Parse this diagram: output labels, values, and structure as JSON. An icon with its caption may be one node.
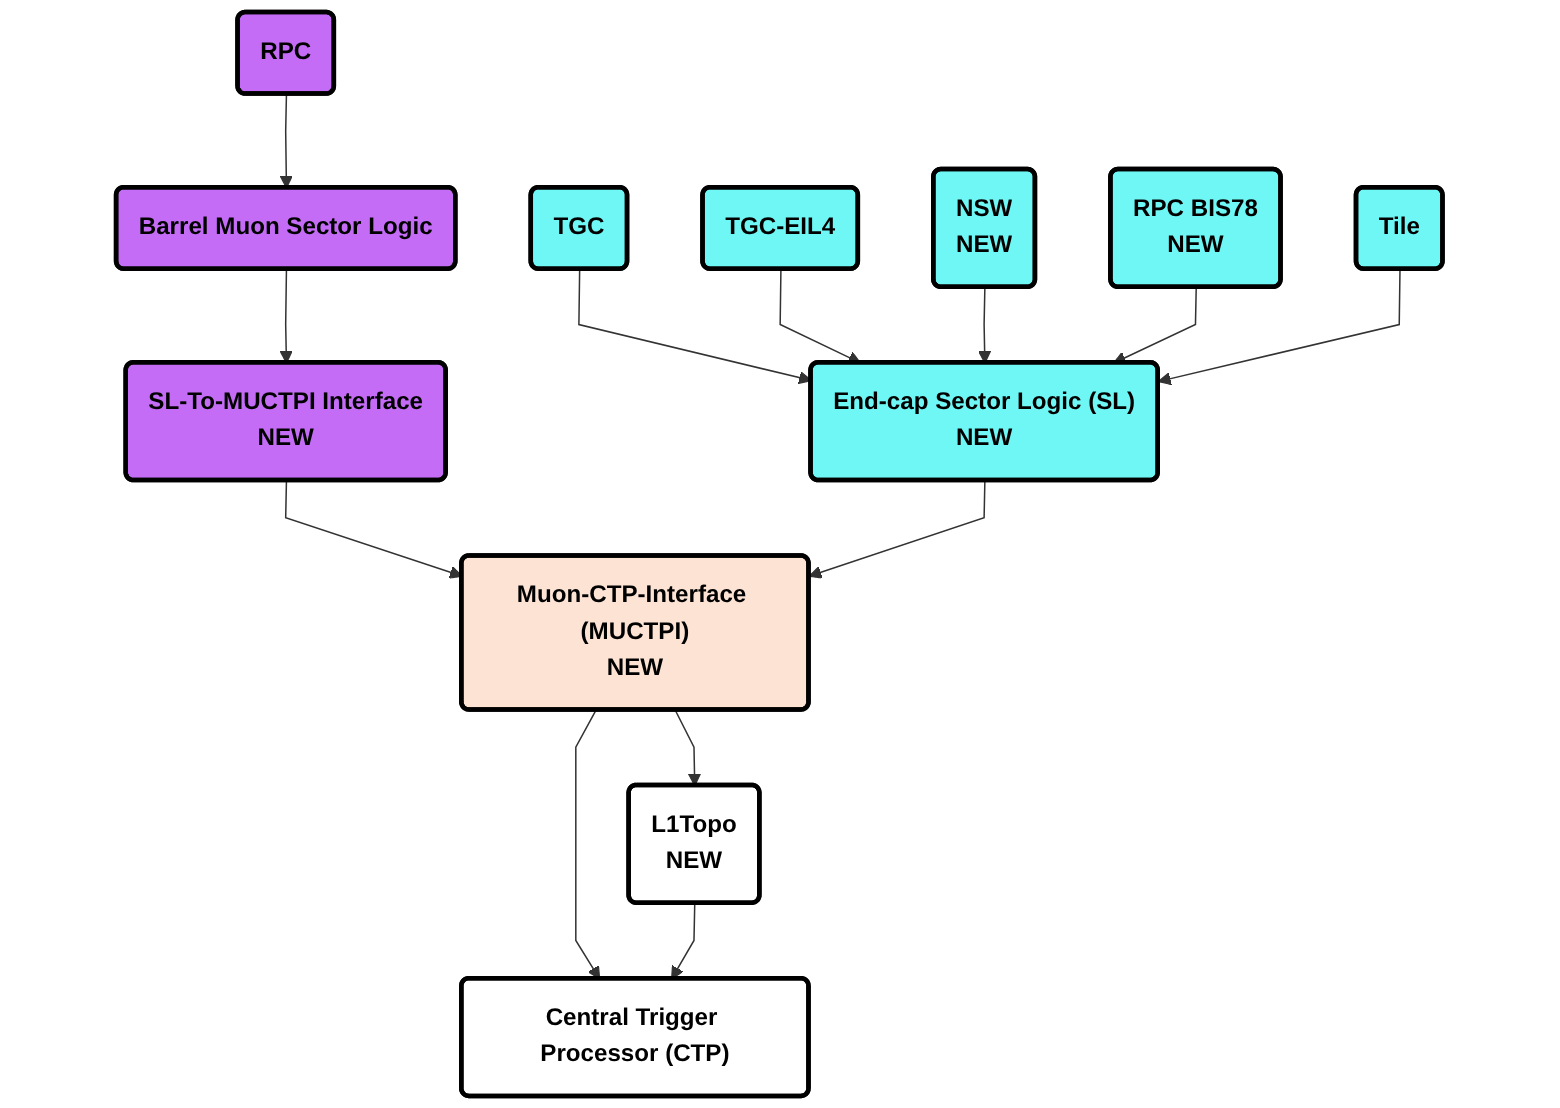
{
  "diagram": {
    "nodes": [
      {
        "text": [
          "RPC"
        ]
      },
      {
        "text": [
          "Barrel Muon Sector Logic"
        ]
      },
      {
        "text": [
          "SL-To-MUCTPI Interface",
          "NEW"
        ]
      },
      {
        "text": [
          "TGC"
        ]
      },
      {
        "text": [
          "TGC-EIL4"
        ]
      },
      {
        "text": [
          "NSW",
          "NEW"
        ]
      },
      {
        "text": [
          "RPC BIS78",
          "NEW"
        ]
      },
      {
        "text": [
          "Tile"
        ]
      },
      {
        "text": [
          "End-cap Sector Logic (SL)",
          "NEW"
        ]
      },
      {
        "text": [
          "Muon-CTP-Interface (MUCTPI)",
          "NEW"
        ]
      },
      {
        "text": [
          "L1Topo",
          "NEW"
        ]
      },
      {
        "text": [
          "Central Trigger Processor (CTP)"
        ]
      }
    ],
    "edges": [
      {
        "from": 0,
        "to": 1,
        "arrow": "to"
      },
      {
        "from": 1,
        "to": 2,
        "arrow": "to"
      },
      {
        "from": 3,
        "to": 8,
        "arrow": "to"
      },
      {
        "from": 4,
        "to": 8,
        "arrow": "to"
      },
      {
        "from": 5,
        "to": 8,
        "arrow": "to"
      },
      {
        "from": 6,
        "to": 8,
        "arrow": "to"
      },
      {
        "from": 7,
        "to": 8,
        "arrow": "to"
      },
      {
        "from": 2,
        "to": 9,
        "arrow": "to"
      },
      {
        "from": 8,
        "to": 9,
        "arrow": "to"
      },
      {
        "from": 9,
        "to": 11,
        "arrow": "to"
      },
      {
        "from": 9,
        "to": 10,
        "arrow": "to"
      },
      {
        "from": 10,
        "to": 11,
        "arrow": "to"
      }
    ]
  }
}
